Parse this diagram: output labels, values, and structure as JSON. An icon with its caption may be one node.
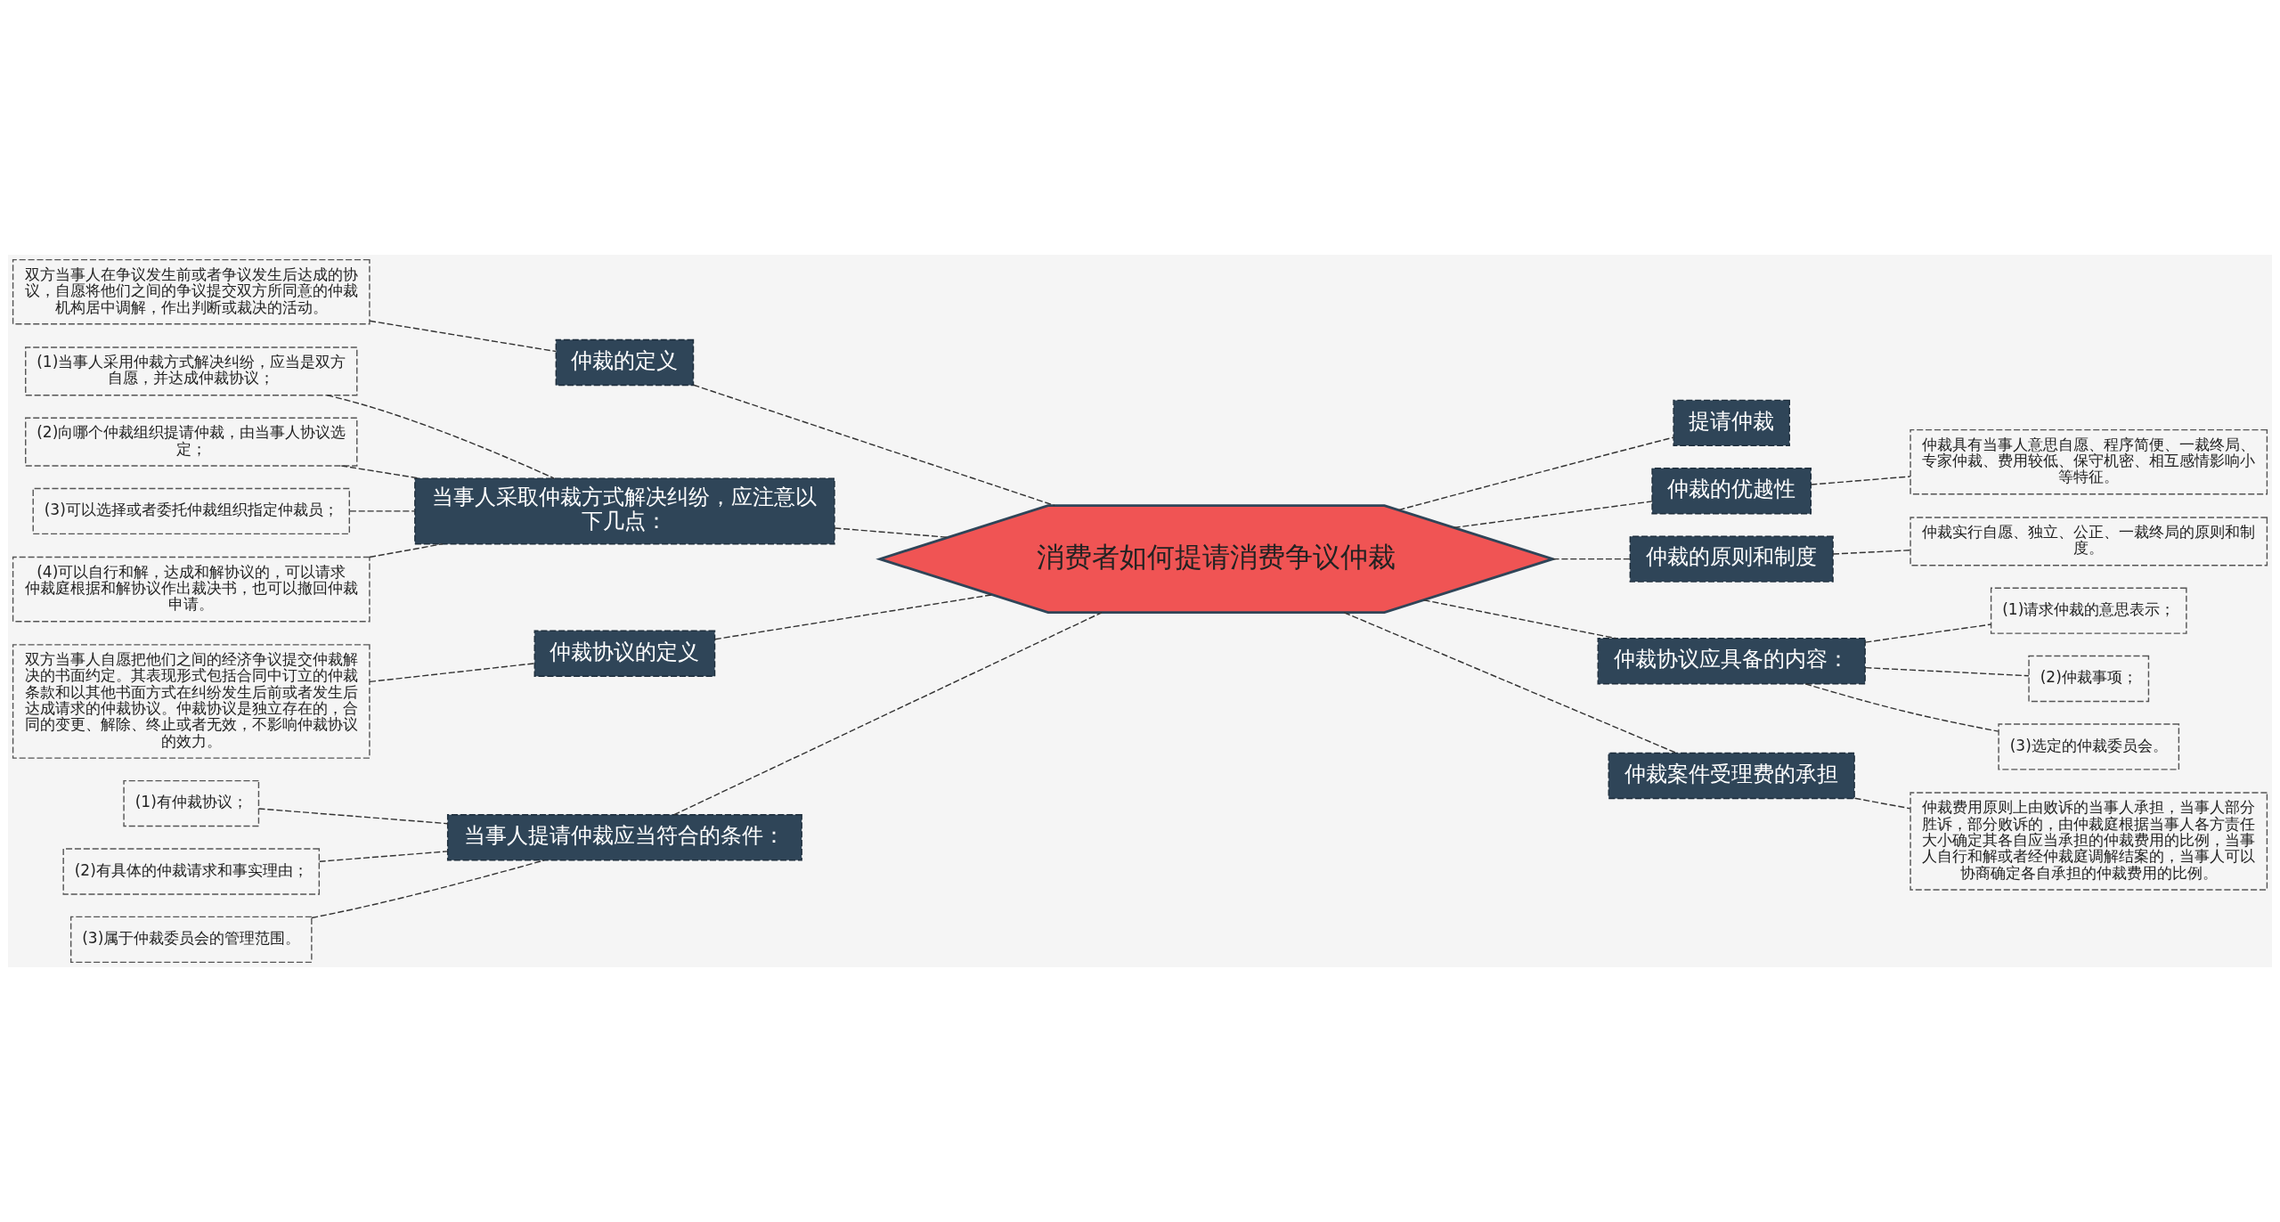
{
  "diagram": {
    "nodes": [
      {
        "text": [
          "消费者如何提请消费争议仲裁"
        ]
      },
      {
        "text": [
          "仲裁的定义"
        ]
      },
      {
        "text": [
          "双方当事人在争议发生前或者争议发生后达成的协议，自愿将他们之间的争议提交双方所同意的仲裁机构居中调解，作出判断或裁决的活动。"
        ]
      },
      {
        "text": [
          "当事人采取仲裁方式解决纠纷，应注意以下几点："
        ]
      },
      {
        "text": [
          "(1)当事人采用仲裁方式解决纠纷，应当是双方自愿，并达成仲裁协议；"
        ]
      },
      {
        "text": [
          "(2)向哪个仲裁组织提请仲裁，由当事人协议选定；"
        ]
      },
      {
        "text": [
          "(3)可以选择或者委托仲裁组织指定仲裁员；"
        ]
      },
      {
        "text": [
          "(4)可以自行和解，达成和解协议的，可以请求仲裁庭根据和解协议作出裁决书，也可以撤回仲裁申请。"
        ]
      },
      {
        "text": [
          "仲裁协议的定义"
        ]
      },
      {
        "text": [
          "双方当事人自愿把他们之间的经济争议提交仲裁解决的书面约定。其表现形式包括合同中订立的仲裁条款和以其他书面方式在纠纷发生后前或者发生后达成请求的仲裁协议。仲裁协议是独立存在的，合同的变更、解除、终止或者无效，不影响仲裁协议的效力。"
        ]
      },
      {
        "text": [
          "当事人提请仲裁应当符合的条件："
        ]
      },
      {
        "text": [
          "(1)有仲裁协议；"
        ]
      },
      {
        "text": [
          "(2)有具体的仲裁请求和事实理由；"
        ]
      },
      {
        "text": [
          "(3)属于仲裁委员会的管理范围。"
        ]
      },
      {
        "text": [
          "提请仲裁"
        ]
      },
      {
        "text": [
          "仲裁的优越性"
        ]
      },
      {
        "text": [
          "仲裁具有当事人意思自愿、程序简便、一裁终局、专家仲裁、费用较低、保守机密、相互感情影响小等特征。"
        ]
      },
      {
        "text": [
          "仲裁的原则和制度"
        ]
      },
      {
        "text": [
          "仲裁实行自愿、独立、公正、一裁终局的原则和制度。"
        ]
      },
      {
        "text": [
          "仲裁协议应具备的内容："
        ]
      },
      {
        "text": [
          "(1)请求仲裁的意思表示；"
        ]
      },
      {
        "text": [
          "(2)仲裁事项；"
        ]
      },
      {
        "text": [
          "(3)选定的仲裁委员会。"
        ]
      },
      {
        "text": [
          "仲裁案件受理费的承担"
        ]
      },
      {
        "text": [
          "仲裁费用原则上由败诉的当事人承担，当事人部分胜诉，部分败诉的，由仲裁庭根据当事人各方责任大小确定其各自应当承担的仲裁费用的比例，当事人自行和解或者经仲裁庭调解结案的，当事人可以协商确定各自承担的仲裁费用的比例。"
        ]
      }
    ],
    "edges": [
      {
        "from": 0,
        "to": 1,
        "arrow": "none",
        "style": "dashed"
      },
      {
        "from": 1,
        "to": 2,
        "arrow": "none",
        "style": "dashed"
      },
      {
        "from": 0,
        "to": 3,
        "arrow": "none",
        "style": "dashed"
      },
      {
        "from": 3,
        "to": 4,
        "arrow": "none",
        "style": "dashed"
      },
      {
        "from": 3,
        "to": 5,
        "arrow": "none",
        "style": "dashed"
      },
      {
        "from": 3,
        "to": 6,
        "arrow": "none",
        "style": "dashed"
      },
      {
        "from": 3,
        "to": 7,
        "arrow": "none",
        "style": "dashed"
      },
      {
        "from": 0,
        "to": 8,
        "arrow": "none",
        "style": "dashed"
      },
      {
        "from": 8,
        "to": 9,
        "arrow": "none",
        "style": "dashed"
      },
      {
        "from": 0,
        "to": 10,
        "arrow": "none",
        "style": "dashed"
      },
      {
        "from": 10,
        "to": 11,
        "arrow": "none",
        "style": "dashed"
      },
      {
        "from": 10,
        "to": 12,
        "arrow": "none",
        "style": "dashed"
      },
      {
        "from": 10,
        "to": 13,
        "arrow": "none",
        "style": "dashed"
      },
      {
        "from": 0,
        "to": 14,
        "arrow": "none",
        "style": "dashed"
      },
      {
        "from": 0,
        "to": 15,
        "arrow": "none",
        "style": "dashed"
      },
      {
        "from": 15,
        "to": 16,
        "arrow": "none",
        "style": "dashed"
      },
      {
        "from": 0,
        "to": 17,
        "arrow": "none",
        "style": "dashed"
      },
      {
        "from": 17,
        "to": 18,
        "arrow": "none",
        "style": "dashed"
      },
      {
        "from": 0,
        "to": 19,
        "arrow": "none",
        "style": "dashed"
      },
      {
        "from": 19,
        "to": 20,
        "arrow": "none",
        "style": "dashed"
      },
      {
        "from": 19,
        "to": 21,
        "arrow": "none",
        "style": "dashed"
      },
      {
        "from": 19,
        "to": 22,
        "arrow": "none",
        "style": "dashed"
      },
      {
        "from": 0,
        "to": 23,
        "arrow": "none",
        "style": "dashed"
      },
      {
        "from": 23,
        "to": 24,
        "arrow": "none",
        "style": "dashed"
      }
    ]
  }
}
